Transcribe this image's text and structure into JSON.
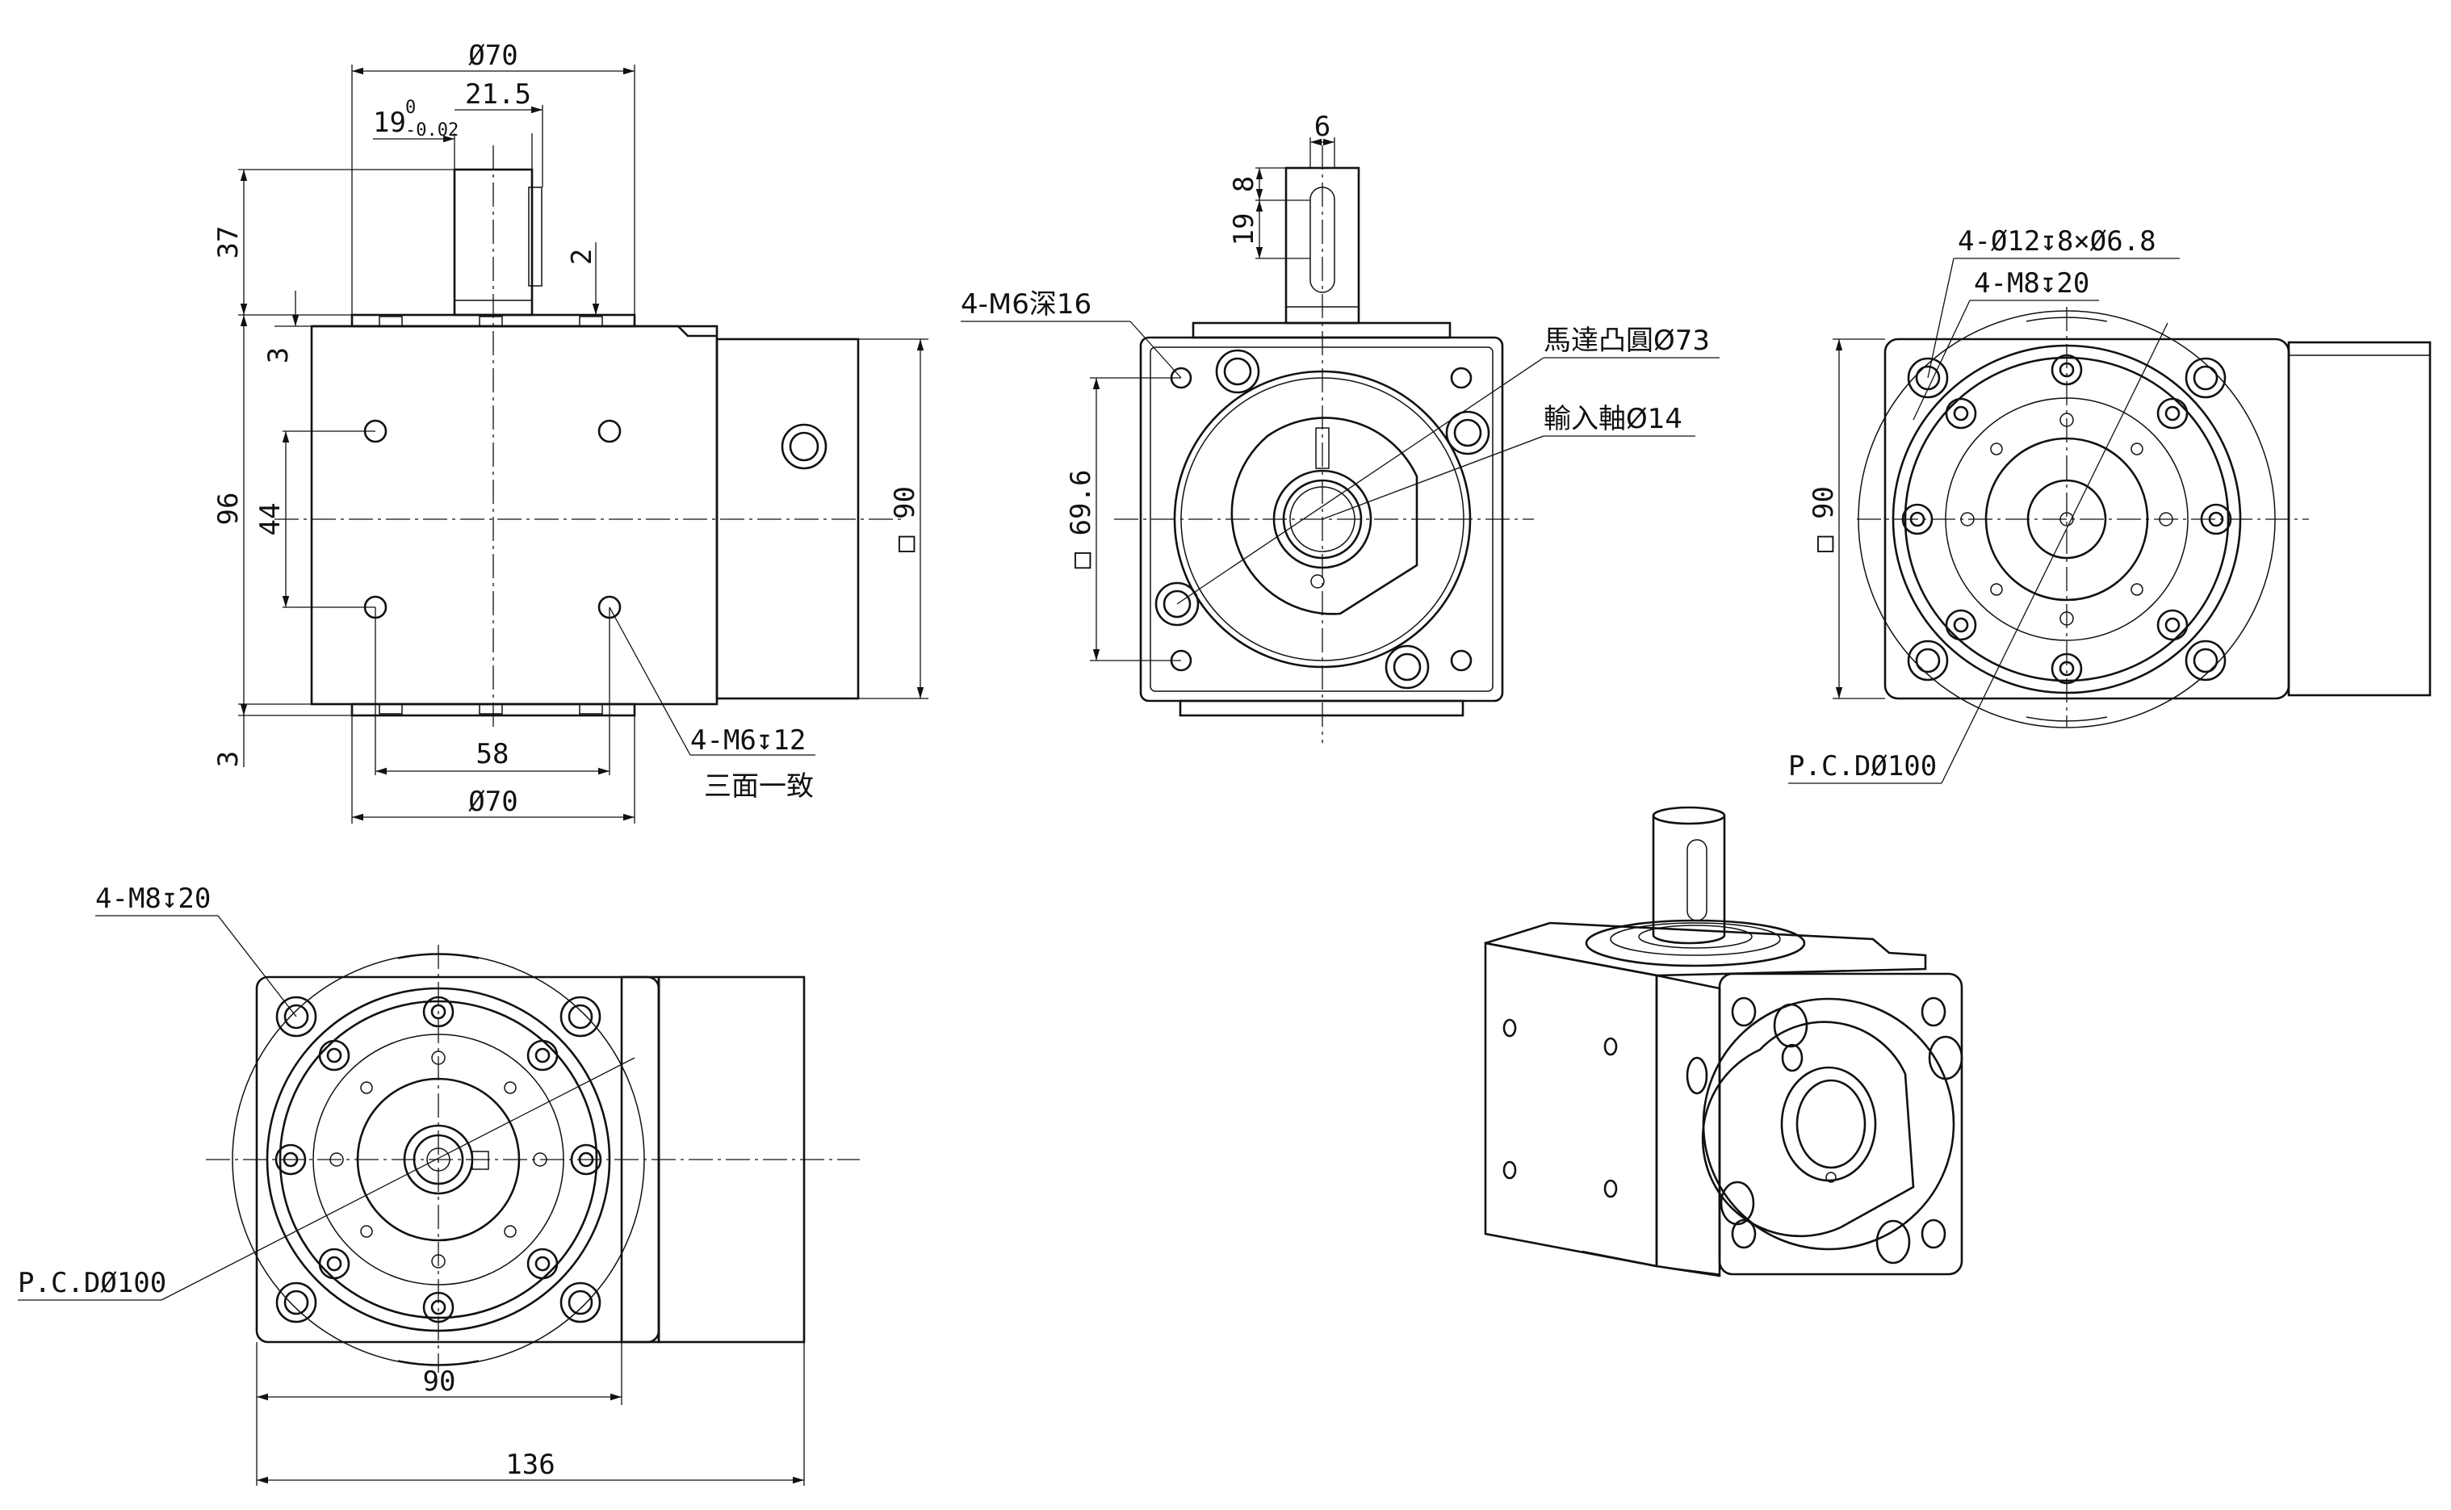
{
  "views": {
    "side": {
      "dim_flange_dia_top": "Ø70",
      "dim_shaft_len": "21.5",
      "dim_shaft_dia": "19",
      "dim_shaft_tol_upper": "0",
      "dim_shaft_tol_lower": "-0.02",
      "dim_shaft_height": "37",
      "dim_key_depth": "2",
      "dim_top_step": "3",
      "dim_height": "96",
      "dim_hole_spacing_v": "44",
      "dim_bottom_step": "3",
      "dim_hole_spacing_h": "58",
      "dim_flange_dia_bottom": "Ø70",
      "dim_square": "□ 90",
      "note_holes_line1": "4-M6↧12",
      "note_holes_line2": "三面一致"
    },
    "front": {
      "dim_key_width": "6",
      "dim_key_len": "8",
      "dim_key_pos": "19",
      "note_holes": "4-M6深16",
      "note_motor_boss": "馬達凸圓Ø73",
      "note_input_shaft": "輸入軸Ø14",
      "dim_square": "□ 69.6"
    },
    "right": {
      "note_holes_1": "4-Ø12↧8×Ø6.8",
      "note_holes_2": "4-M8↧20",
      "dim_square": "□ 90",
      "note_pcd": "P.C.DØ100"
    },
    "bottom": {
      "note_holes": "4-M8↧20",
      "note_pcd": "P.C.DØ100",
      "dim_width": "90",
      "dim_total": "136"
    }
  }
}
